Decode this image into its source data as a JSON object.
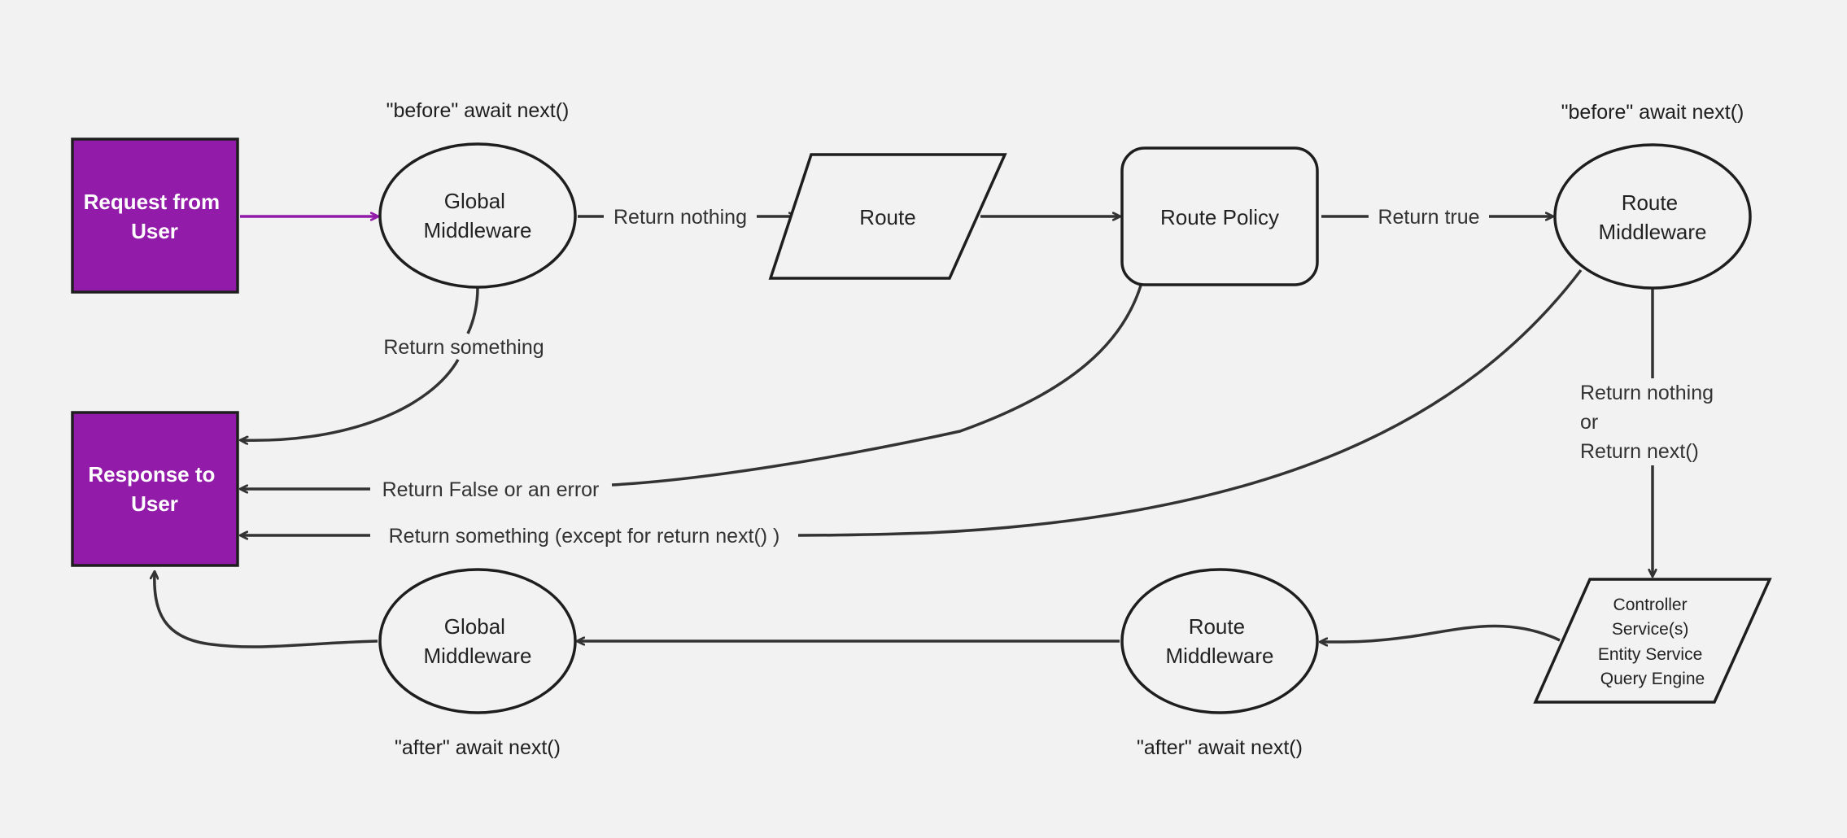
{
  "colors": {
    "purple": "#921ca9",
    "stroke": "#1e1e1e",
    "edge": "#333333",
    "background": "#f2f2f2"
  },
  "nodes": {
    "request": [
      "Request from",
      "User"
    ],
    "response": [
      "Response to",
      "User"
    ],
    "global_mw_top": [
      "Global",
      "Middleware"
    ],
    "route": [
      "Route"
    ],
    "route_policy": [
      "Route Policy"
    ],
    "route_mw_top": [
      "Route",
      "Middleware"
    ],
    "controller": [
      "Controller",
      "Service(s)",
      "Entity Service",
      "Query Engine"
    ],
    "route_mw_bottom": [
      "Route",
      "Middleware"
    ],
    "global_mw_bottom": [
      "Global",
      "Middleware"
    ]
  },
  "notes": {
    "global_before": "\"before\" await next()",
    "route_before": "\"before\" await next()",
    "global_after": "\"after\" await next()",
    "route_after": "\"after\" await next()"
  },
  "edges": {
    "return_nothing": "Return nothing",
    "return_true": "Return true",
    "return_something": "Return something",
    "return_false": "Return False or an error",
    "return_something_except": "Return something (except for return next() )",
    "return_nothing_or": [
      "Return nothing",
      "or",
      "Return next()"
    ]
  }
}
